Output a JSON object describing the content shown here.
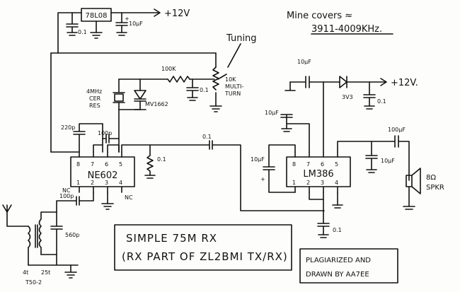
{
  "notes": {
    "coverage_line1": "Mine covers ≈",
    "coverage_line2": "3911-4009KHz."
  },
  "title_box": {
    "line1": "SIMPLE 75M RX",
    "line2": "(RX PART OF ZL2BMI TX/RX)"
  },
  "credit": {
    "line1": "PLAGIARIZED AND",
    "line2": "DRAWN BY AA7EE"
  },
  "labels": {
    "regulator": "78L08",
    "supply_top": "+12V",
    "supply_right": "+12V.",
    "tuning": "Tuning",
    "pot_label1": "10K",
    "pot_label2": "MULTI-",
    "pot_label3": "TURN",
    "crystal1": "4MHz",
    "crystal2": "CER",
    "crystal3": "RES",
    "varicap": "MV1662",
    "zener": "3V3",
    "ic1": "NE602",
    "ic2": "LM386",
    "speaker1": "8Ω",
    "speaker2": "SPKR",
    "toroid1": "4t",
    "toroid2": "25t",
    "toroid3": "T50-2",
    "nc": "NC"
  },
  "components": {
    "c_reg_in": "0.1",
    "c_reg_out": "10µF",
    "r_tune": "100K",
    "c_tune": "0.1",
    "c_220p": "220p",
    "c_100p_top": "100p",
    "c_100p_in": "100p",
    "c_560p": "560p",
    "c_out1": "0.1",
    "c_coupling": "0.1",
    "c_lm_bypass": "10µF",
    "c_lm_gain": "10µF",
    "c_lm_supply": "10µF",
    "c_zener": "0.1",
    "c_speaker": "100µF",
    "c_zobel": "10µF",
    "c_pin7": "0.1"
  },
  "pins": {
    "ic1_top": [
      "8",
      "7",
      "6",
      "5"
    ],
    "ic1_bottom": [
      "1",
      "2",
      "3",
      "4"
    ],
    "ic2_top": [
      "8",
      "7",
      "6",
      "5"
    ],
    "ic2_bottom": [
      "1",
      "2",
      "3",
      "4"
    ]
  }
}
